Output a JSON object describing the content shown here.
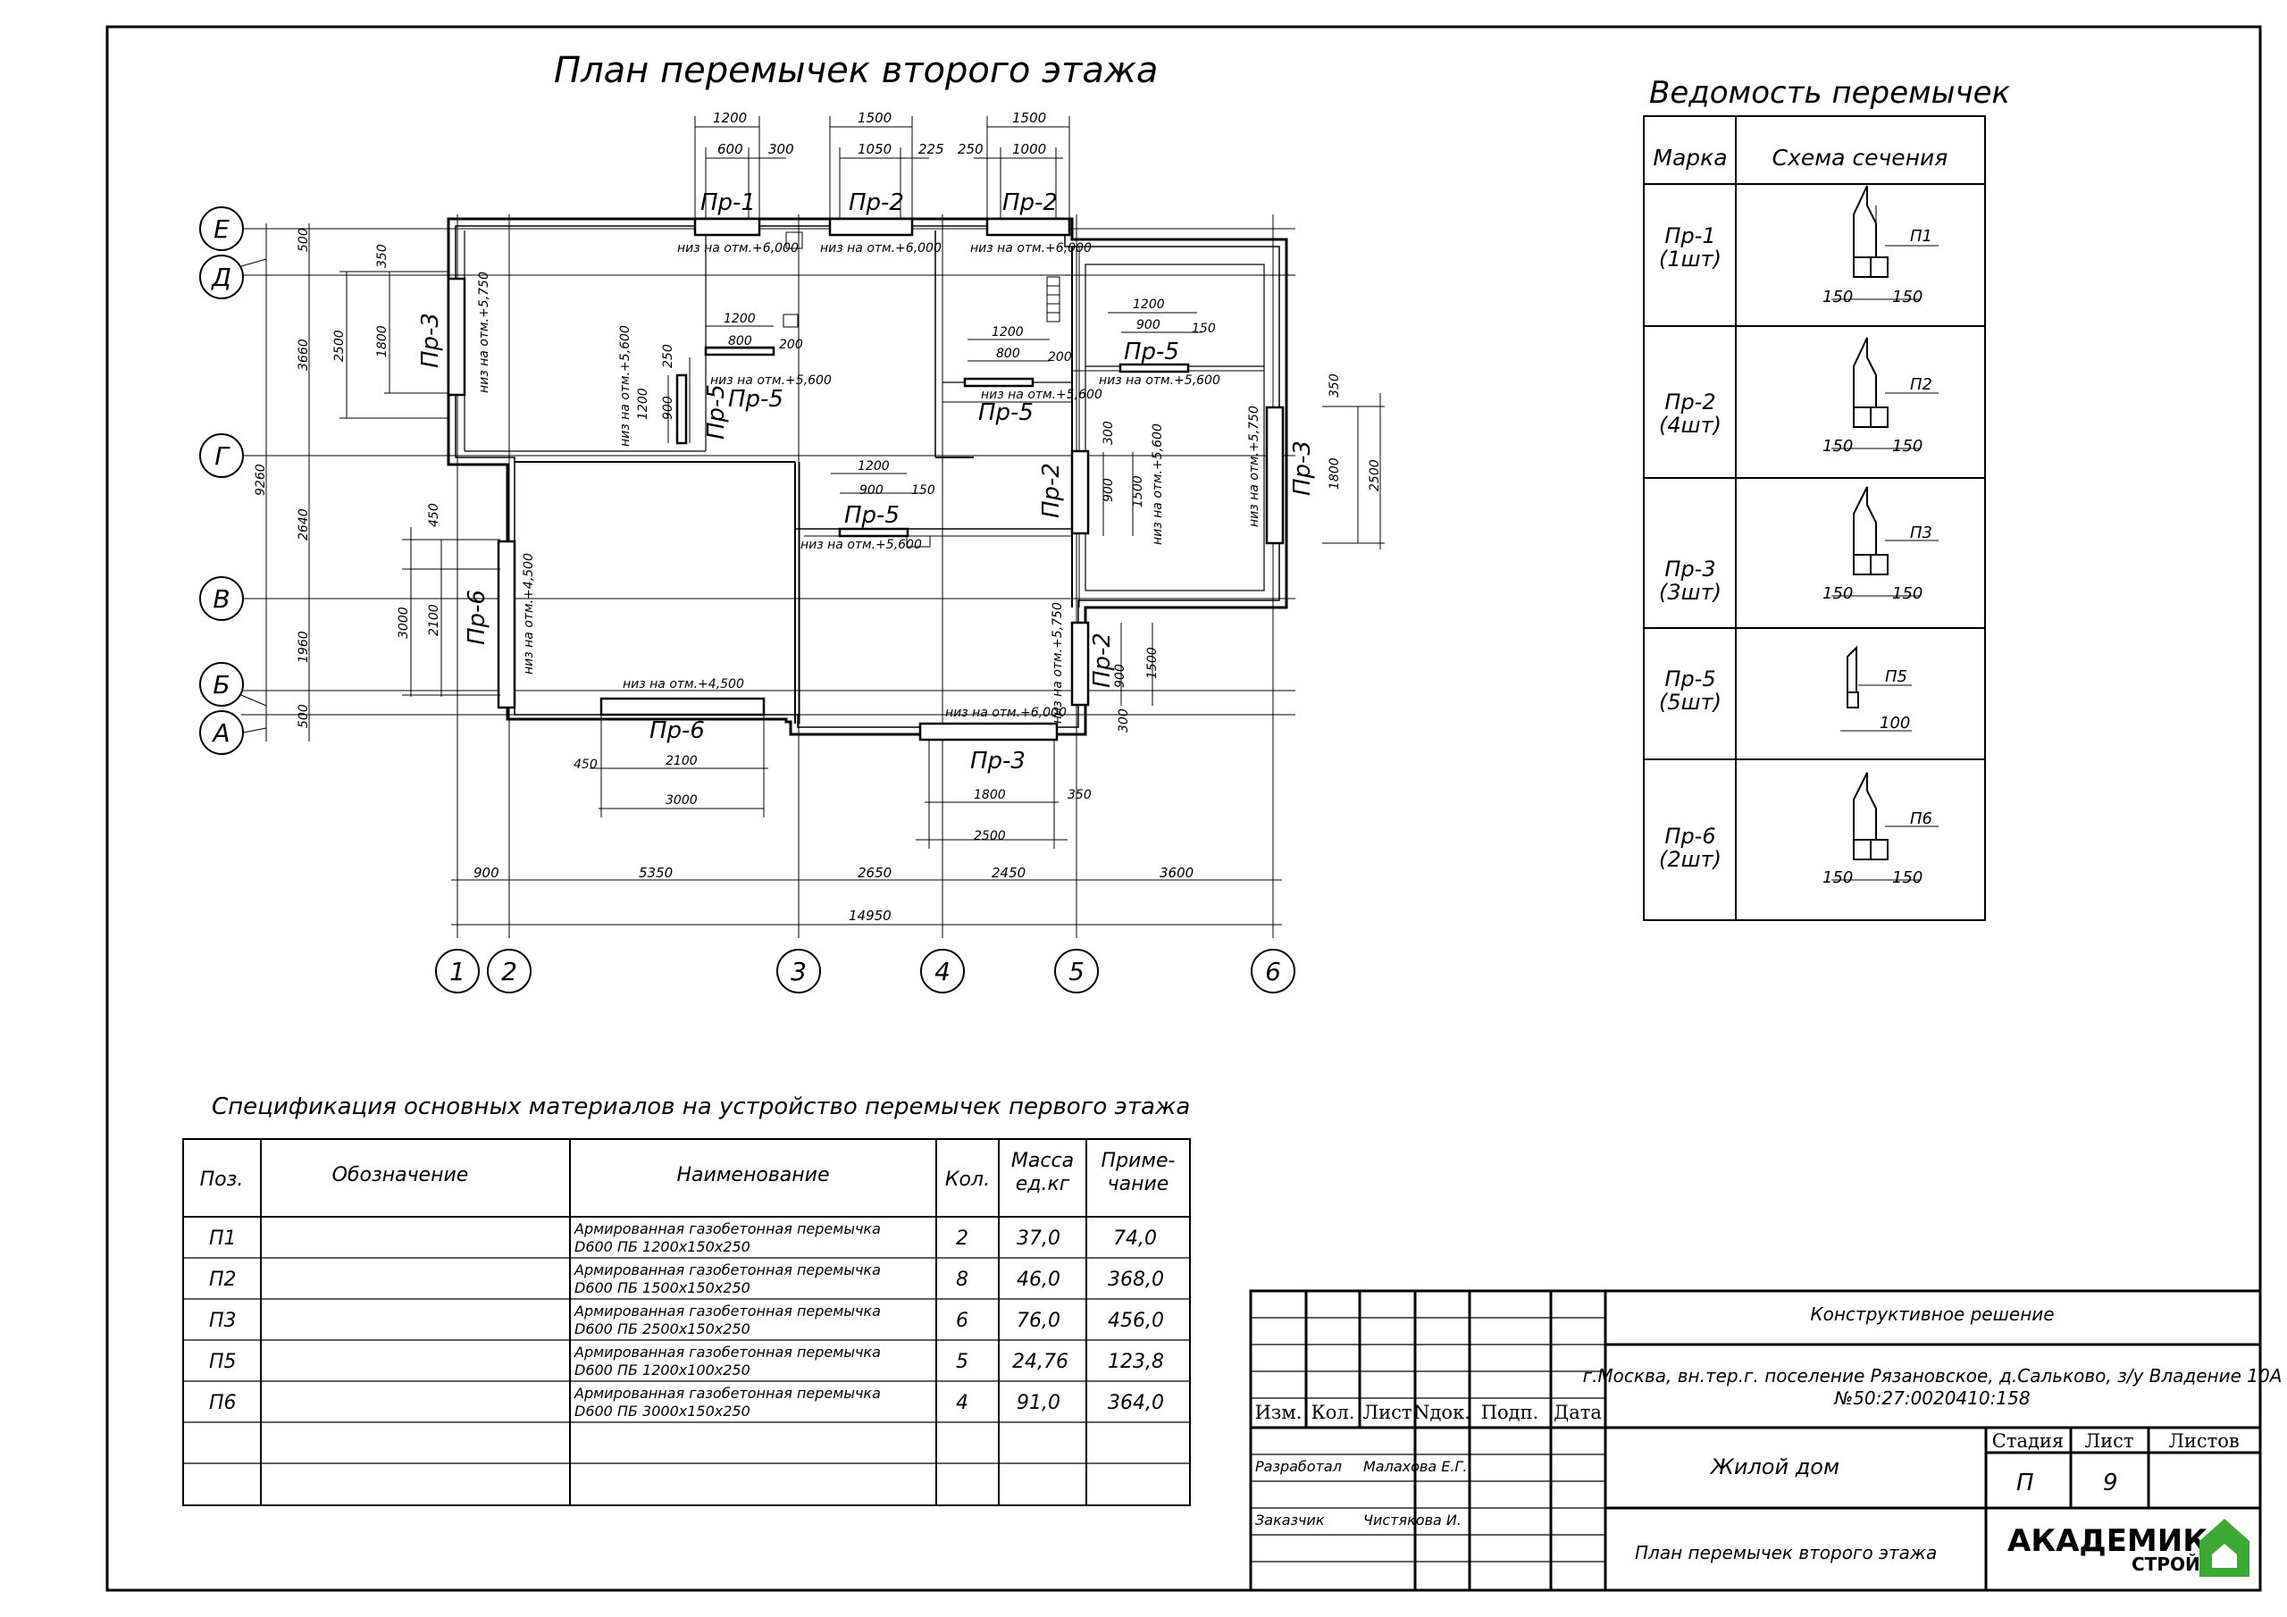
{
  "plan": {
    "title": "План перемычек второго этажа",
    "axes_vertical": [
      "1",
      "2",
      "3",
      "4",
      "5",
      "6"
    ],
    "axes_horizontal": [
      "Е",
      "Д",
      "Г",
      "В",
      "Б",
      "А"
    ],
    "bottom_dims": [
      "900",
      "5350",
      "2650",
      "2450",
      "3600"
    ],
    "overall_width": "14950",
    "left_dims": {
      "d_e": "500",
      "e_g": "3660",
      "g_v": "2640",
      "v_b": "1960",
      "b_a": "500",
      "overall": "9260",
      "pr3_2500": "2500",
      "pr3_1800": "1800",
      "pr3_350": "350",
      "pr6_3000": "3000",
      "pr6_2100": "2100",
      "pr6_450": "450"
    },
    "labels": {
      "pr1": "Пр-1",
      "pr2": "Пр-2",
      "pr3": "Пр-3",
      "pr5": "Пр-5",
      "pr6": "Пр-6",
      "niz_6000": "низ на отм.+6,000",
      "niz_5750": "низ на отм.+5,750",
      "niz_5600": "низ на отм.+5,600",
      "niz_4500": "низ на отм.+4,500"
    },
    "top_dims": {
      "a_1200": "1200",
      "a_600": "600",
      "a_300": "300",
      "b_1500": "1500",
      "b_1050": "1050",
      "b_225": "225",
      "c_250": "250",
      "c_1500": "1500",
      "c_1000": "1000"
    },
    "inner_dims": {
      "v1200": "1200",
      "v800": "800",
      "v200": "200",
      "m1200": "1200",
      "m800": "800",
      "m200": "200",
      "r1200": "1200",
      "r900": "900",
      "r150": "150",
      "c1200": "1200",
      "c900": "900",
      "c150": "150",
      "s250": "250",
      "s1200": "1200",
      "s900": "900",
      "e300": "300",
      "e900": "900",
      "e1500": "1500",
      "f350": "350",
      "f1800": "1800",
      "f2500": "2500",
      "g900": "900",
      "g1500": "1500",
      "g300": "300",
      "h1800": "1800",
      "h350": "350",
      "h2500": "2500",
      "i450": "450",
      "i2100": "2100",
      "i3000": "3000"
    }
  },
  "schedule": {
    "title": "Ведомость перемычек",
    "headers": [
      "Марка",
      "Схема сечения"
    ],
    "rows": [
      {
        "mark": "Пр-1",
        "qty": "(1шт)",
        "beam": "П1",
        "left": "150",
        "right": "150"
      },
      {
        "mark": "Пр-2",
        "qty": "(4шт)",
        "beam": "П2",
        "left": "150",
        "right": "150"
      },
      {
        "mark": "Пр-3",
        "qty": "(3шт)",
        "beam": "П3",
        "left": "150",
        "right": "150"
      },
      {
        "mark": "Пр-5",
        "qty": "(5шт)",
        "beam": "П5",
        "width": "100"
      },
      {
        "mark": "Пр-6",
        "qty": "(2шт)",
        "beam": "П6",
        "left": "150",
        "right": "150"
      }
    ]
  },
  "spec": {
    "title": "Спецификация основных материалов на устройство перемычек первого этажа",
    "headers": {
      "pos": "Поз.",
      "designation": "Обозначение",
      "name": "Наименование",
      "qty": "Кол.",
      "mass1": "Масса",
      "mass2": "ед.кг",
      "note1": "Приме-",
      "note2": "чание"
    },
    "rows": [
      {
        "pos": "П1",
        "name1": "Армированная газобетонная перемычка",
        "name2": "D600 ПБ 1200х150х250",
        "qty": "2",
        "mass": "37,0",
        "note": "74,0"
      },
      {
        "pos": "П2",
        "name1": "Армированная газобетонная перемычка",
        "name2": "D600 ПБ 1500х150х250",
        "qty": "8",
        "mass": "46,0",
        "note": "368,0"
      },
      {
        "pos": "П3",
        "name1": "Армированная газобетонная перемычка",
        "name2": "D600 ПБ 2500х150х250",
        "qty": "6",
        "mass": "76,0",
        "note": "456,0"
      },
      {
        "pos": "П5",
        "name1": "Армированная газобетонная перемычка",
        "name2": "D600 ПБ 1200х100х250",
        "qty": "5",
        "mass": "24,76",
        "note": "123,8"
      },
      {
        "pos": "П6",
        "name1": "Армированная газобетонная перемычка",
        "name2": "D600 ПБ 3000х150х250",
        "qty": "4",
        "mass": "91,0",
        "note": "364,0"
      }
    ]
  },
  "title_block": {
    "headers": [
      "Изм.",
      "Кол.",
      "Лист",
      "Nдок.",
      "Подп.",
      "Дата"
    ],
    "section": "Конструктивное решение",
    "address1": "г.Москва, вн.тер.г. поселение Рязановское, д.Сальково, з/у Владение 10А",
    "address2": "№50:27:0020410:158",
    "object": "Жилой дом",
    "stage_label": "Стадия",
    "sheet_label": "Лист",
    "sheets_label": "Листов",
    "stage": "П",
    "sheet": "9",
    "developed_label": "Разработал",
    "developed": "Малахова Е.Г.",
    "customer_label": "Заказчик",
    "customer": "Чистякова И.",
    "drawing_name": "План перемычек второго этажа",
    "logo_text1": "АКАДЕМИК",
    "logo_text2": "СТРОЙ",
    "logo_color": "#3aaa35"
  }
}
